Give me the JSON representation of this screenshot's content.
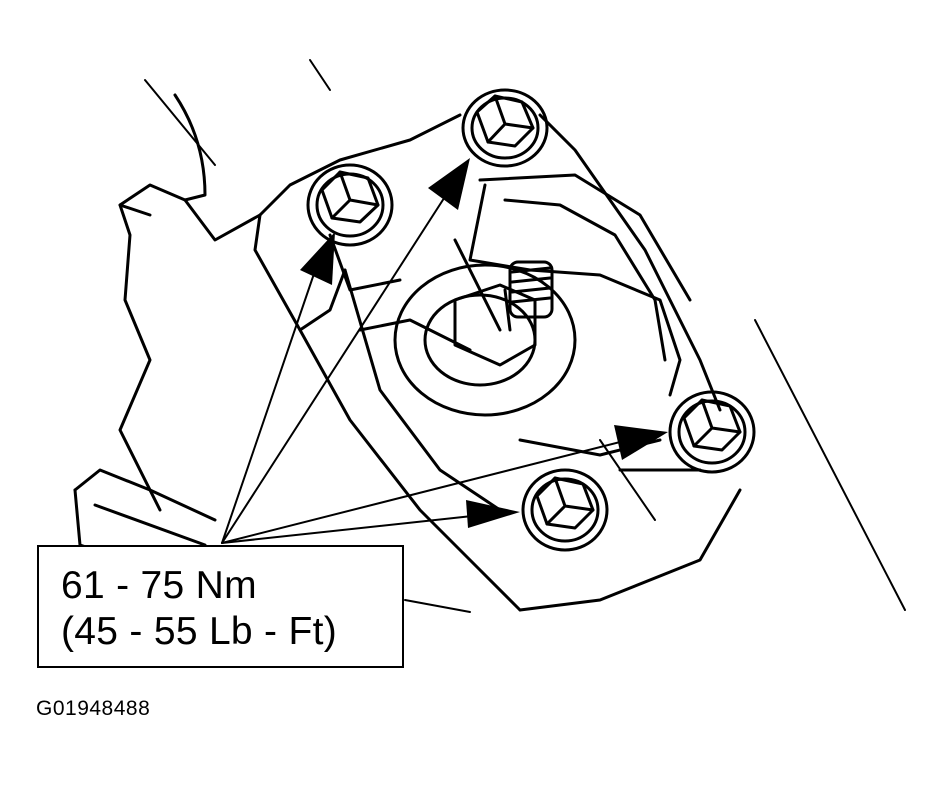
{
  "figure": {
    "figure_id": "G01948488",
    "callout": {
      "torque_metric": "61 - 75 Nm",
      "torque_imperial": "(45 - 55 Lb - Ft)"
    },
    "parts": {
      "bolt_count": 4
    },
    "colors": {
      "ink": "#000000",
      "paper": "#ffffff"
    }
  }
}
